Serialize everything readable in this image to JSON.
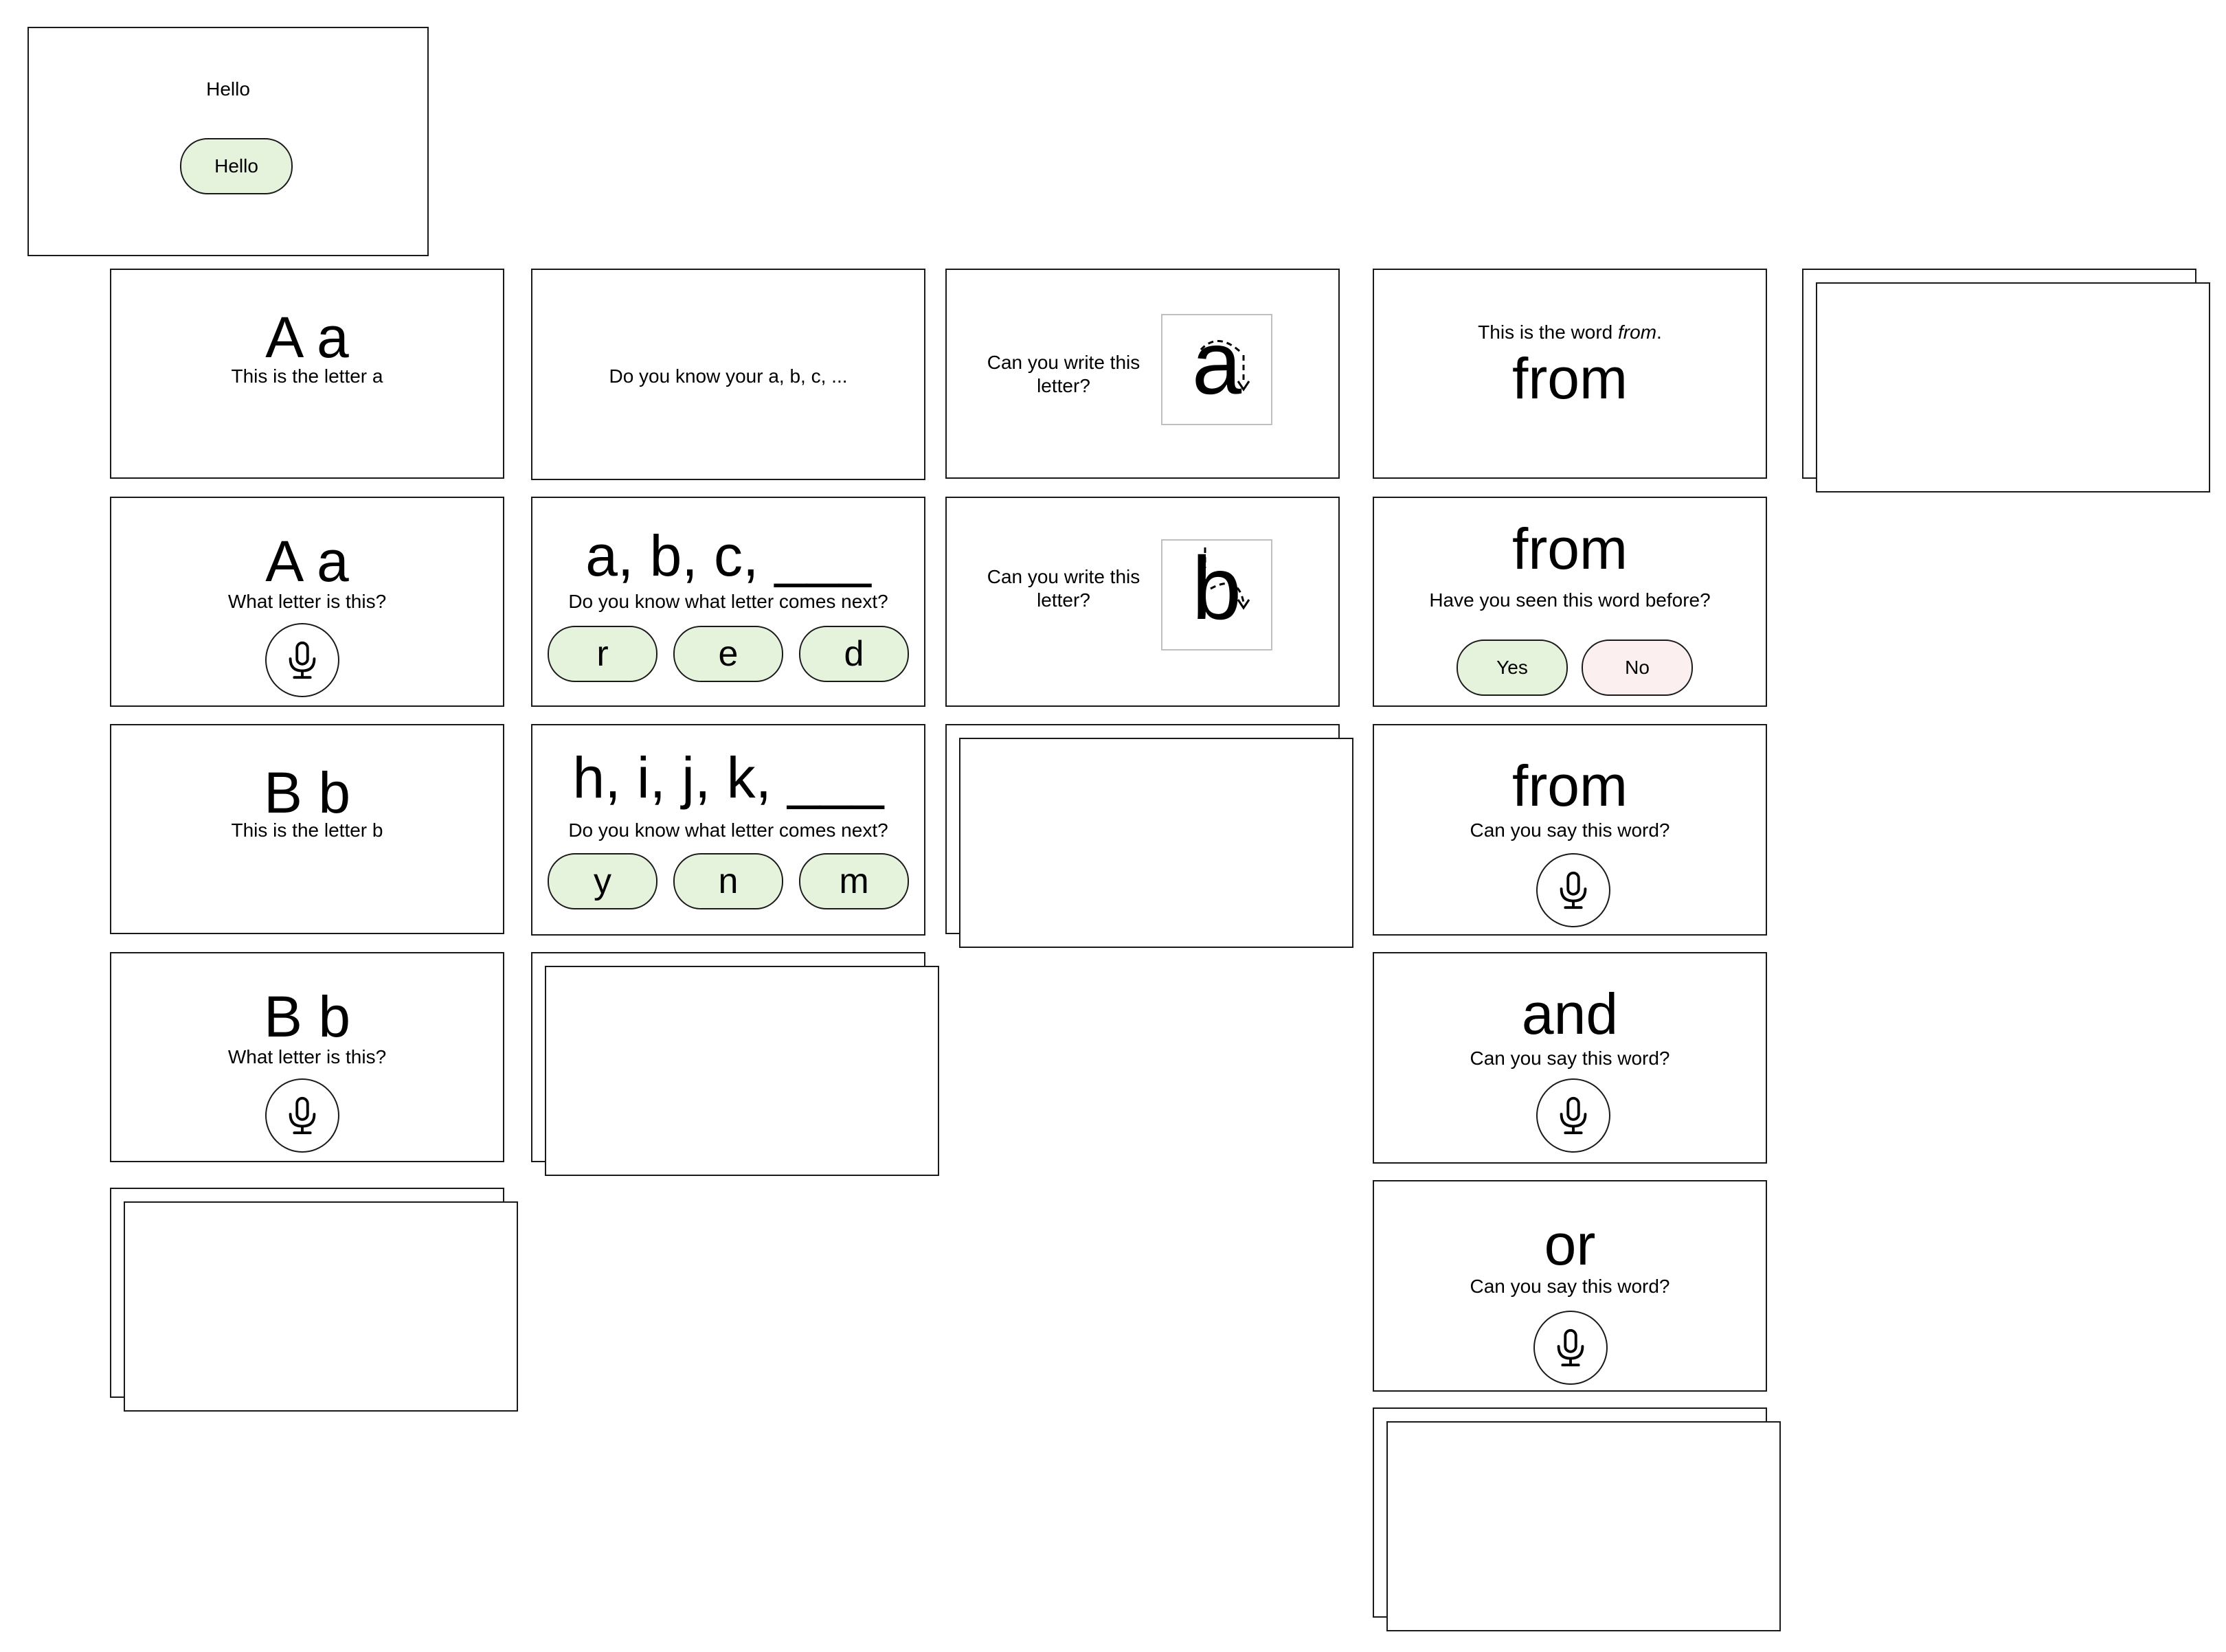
{
  "greeting": {
    "title": "Hello",
    "button": "Hello"
  },
  "letter_a_intro": {
    "letters": "A a",
    "caption": "This is the letter a"
  },
  "letter_a_quiz": {
    "letters": "A a",
    "question": "What letter is this?",
    "icon": "microphone-icon"
  },
  "letter_b_intro": {
    "letters": "B b",
    "caption": "This is the letter b"
  },
  "letter_b_quiz": {
    "letters": "B b",
    "question": "What letter is this?",
    "icon": "microphone-icon"
  },
  "abc_intro": {
    "text": "Do you know your a, b, c, ..."
  },
  "sequence_1": {
    "sequence": "a, b, c, ___",
    "question": "Do you know what letter comes next?",
    "options": [
      "r",
      "e",
      "d"
    ]
  },
  "sequence_2": {
    "sequence": "h, i, j, k, ___",
    "question": "Do you know what letter comes next?",
    "options": [
      "y",
      "n",
      "m"
    ]
  },
  "write_a": {
    "prompt": "Can you write this letter?",
    "letter": "a"
  },
  "write_b": {
    "prompt": "Can you write this letter?",
    "letter": "b"
  },
  "word_intro": {
    "prefix": "This is the word ",
    "word_italic": "from",
    "suffix": ".",
    "word": "from"
  },
  "word_seen": {
    "word": "from",
    "question": "Have you seen this word before?",
    "yes": "Yes",
    "no": "No"
  },
  "word_say_1": {
    "word": "from",
    "question": "Can you say this word?"
  },
  "word_say_2": {
    "word": "and",
    "question": "Can you say this word?"
  },
  "word_say_3": {
    "word": "or",
    "question": "Can you say this word?"
  },
  "colors": {
    "pill_green": "#e5f2dc",
    "pill_red": "#fcefef",
    "border": "#1a1a1a",
    "trace_border": "#bfbfbf"
  }
}
